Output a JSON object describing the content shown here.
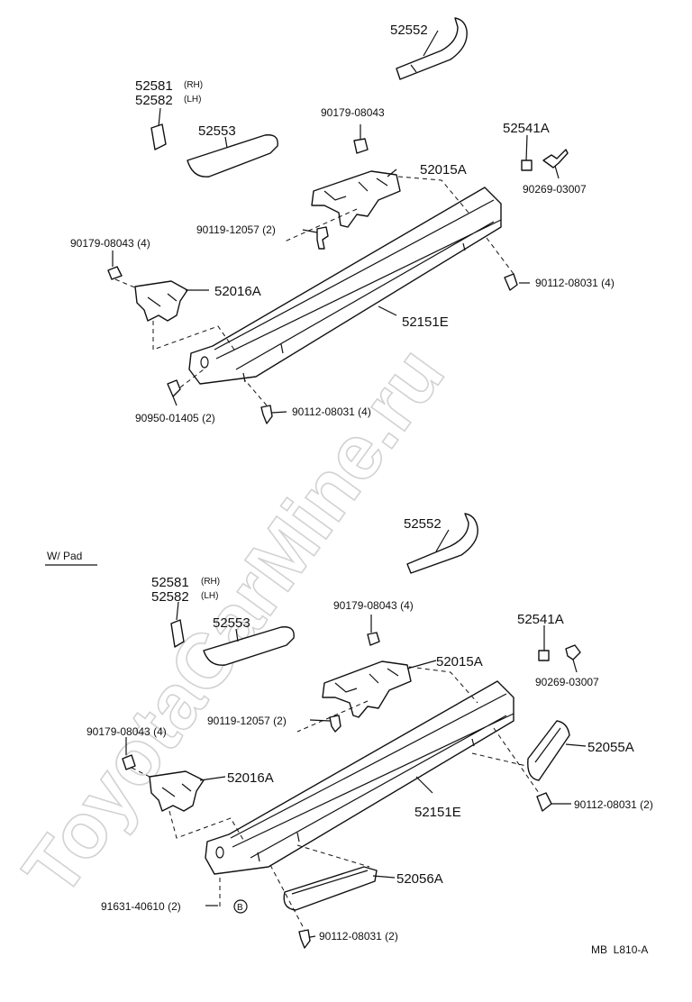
{
  "watermark": "ToyotaCarMine.ru",
  "ref_code": "MB  L810-A",
  "top": {
    "p52552": "52552",
    "p52581": "52581",
    "p52581_side": "(RH)",
    "p52582": "52582",
    "p52582_side": "(LH)",
    "p52553": "52553",
    "p90179": "90179-08043",
    "p52541A": "52541A",
    "p52015A": "52015A",
    "p90269": "90269-03007",
    "p90119": "90119-12057 (2)",
    "p90179_4": "90179-08043 (4)",
    "p90112_r": "90112-08031 (4)",
    "p52016A": "52016A",
    "p52151E": "52151E",
    "p90950": "90950-01405 (2)",
    "p90112_b": "90112-08031 (4)"
  },
  "bottom": {
    "section_title": "W/ Pad",
    "p52552": "52552",
    "p52581": "52581",
    "p52581_side": "(RH)",
    "p52582": "52582",
    "p52582_side": "(LH)",
    "p52553": "52553",
    "p90179": "90179-08043 (4)",
    "p52541A": "52541A",
    "p52015A": "52015A",
    "p90269": "90269-03007",
    "p90119": "90119-12057 (2)",
    "p90179_4": "90179-08043 (4)",
    "p52055A": "52055A",
    "p52016A": "52016A",
    "p90112_r": "90112-08031 (2)",
    "p52151E": "52151E",
    "p52056A": "52056A",
    "p91631": "91631-40610 (2)",
    "marker_b": "B",
    "p90112_b": "90112-08031 (2)"
  }
}
